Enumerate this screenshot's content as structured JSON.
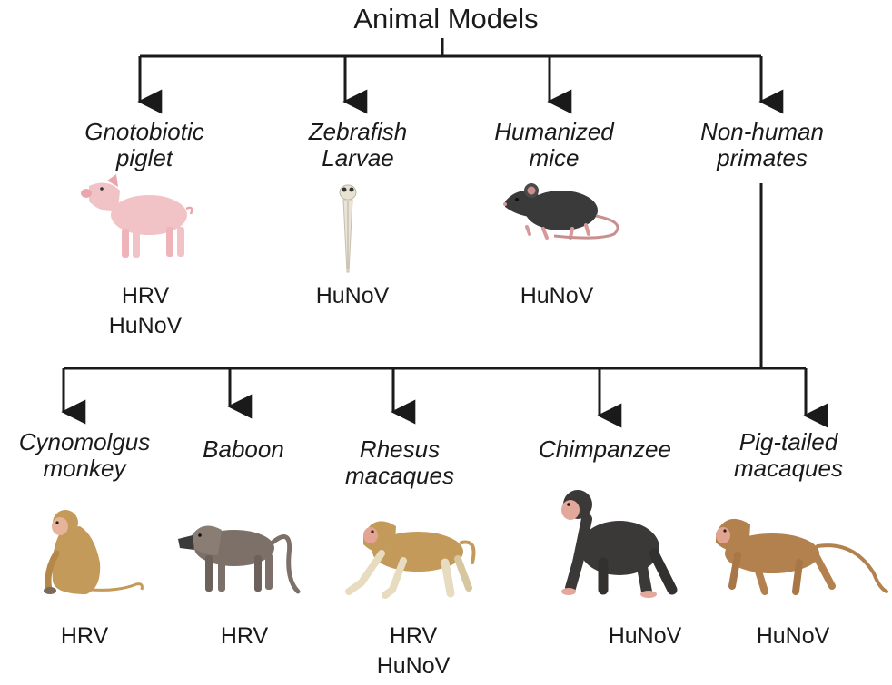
{
  "title": "Animal Models",
  "models": [
    {
      "name_line1": "Gnotobiotic",
      "name_line2": "piglet",
      "viruses": [
        "HRV",
        "HuNoV"
      ],
      "icon": "pig-icon"
    },
    {
      "name_line1": "Zebrafish",
      "name_line2": "Larvae",
      "viruses": [
        "HuNoV"
      ],
      "icon": "zebrafish-larva-icon"
    },
    {
      "name_line1": "Humanized",
      "name_line2": "mice",
      "viruses": [
        "HuNoV"
      ],
      "icon": "mouse-icon"
    },
    {
      "name_line1": "Non-human",
      "name_line2": "primates",
      "viruses": [],
      "icon": ""
    }
  ],
  "primates": [
    {
      "name_line1": "Cynomolgus",
      "name_line2": "monkey",
      "viruses": [
        "HRV"
      ],
      "icon": "sitting-monkey-icon"
    },
    {
      "name_line1": "Baboon",
      "name_line2": "",
      "viruses": [
        "HRV"
      ],
      "icon": "baboon-icon"
    },
    {
      "name_line1": "Rhesus",
      "name_line2": "macaques",
      "viruses": [
        "HRV",
        "HuNoV"
      ],
      "icon": "rhesus-macaque-icon"
    },
    {
      "name_line1": "Chimpanzee",
      "name_line2": "",
      "viruses": [
        "HuNoV"
      ],
      "icon": "chimpanzee-icon"
    },
    {
      "name_line1": "Pig-tailed",
      "name_line2": "macaques",
      "viruses": [
        "HuNoV"
      ],
      "icon": "pig-tailed-macaque-icon"
    }
  ],
  "colors": {
    "line": "#1a1a1a",
    "pig": "#f2c3c6",
    "mouse": "#3a3a3a",
    "monkey": "#c49a5a",
    "baboon": "#7d7068",
    "chimp": "#3b3838",
    "pigtail": "#b3814e"
  }
}
